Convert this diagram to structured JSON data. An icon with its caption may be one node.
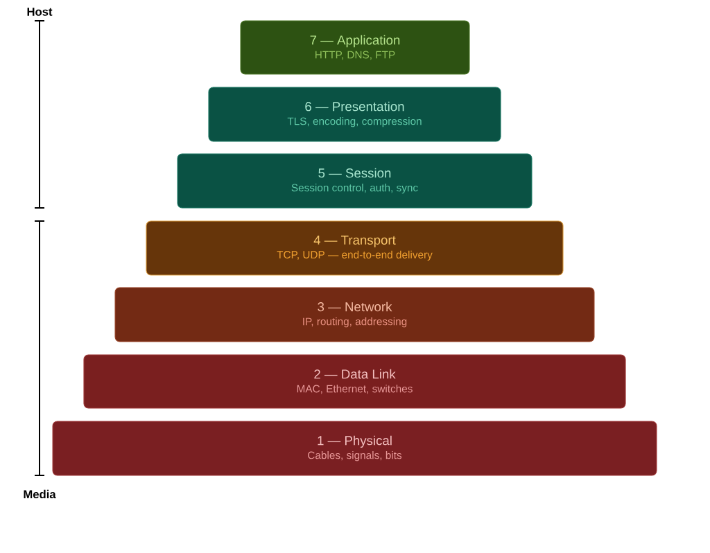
{
  "diagram": {
    "nodes": [
      {
        "text": [
          "7 — Application",
          "HTTP, DNS, FTP"
        ]
      },
      {
        "text": [
          "6 — Presentation",
          "TLS, encoding, compression"
        ]
      },
      {
        "text": [
          "5 — Session",
          "Session control, auth, sync"
        ]
      },
      {
        "text": [
          "4 — Transport",
          "TCP, UDP — end-to-end delivery"
        ]
      },
      {
        "text": [
          "3 — Network",
          "IP, routing, addressing"
        ]
      },
      {
        "text": [
          "2 — Data Link",
          "MAC, Ethernet, switches"
        ]
      },
      {
        "text": [
          "1 — Physical",
          "Cables, signals, bits"
        ]
      }
    ],
    "labels": [
      "Host",
      "Media"
    ]
  }
}
